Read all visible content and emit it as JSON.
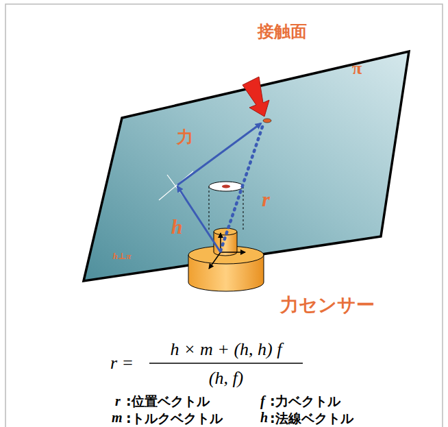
{
  "diagram": {
    "labels": [
      "接触面",
      "π",
      "力",
      "h⊥π",
      "h",
      "r",
      "力センサー",
      "r =",
      "h × m + (h, h) f",
      "(h, f)",
      "r",
      ":位置ベクトル",
      "f",
      ":力ベクトル",
      "m",
      ":トルクベクトル",
      "h",
      ":法線ベクトル"
    ]
  }
}
